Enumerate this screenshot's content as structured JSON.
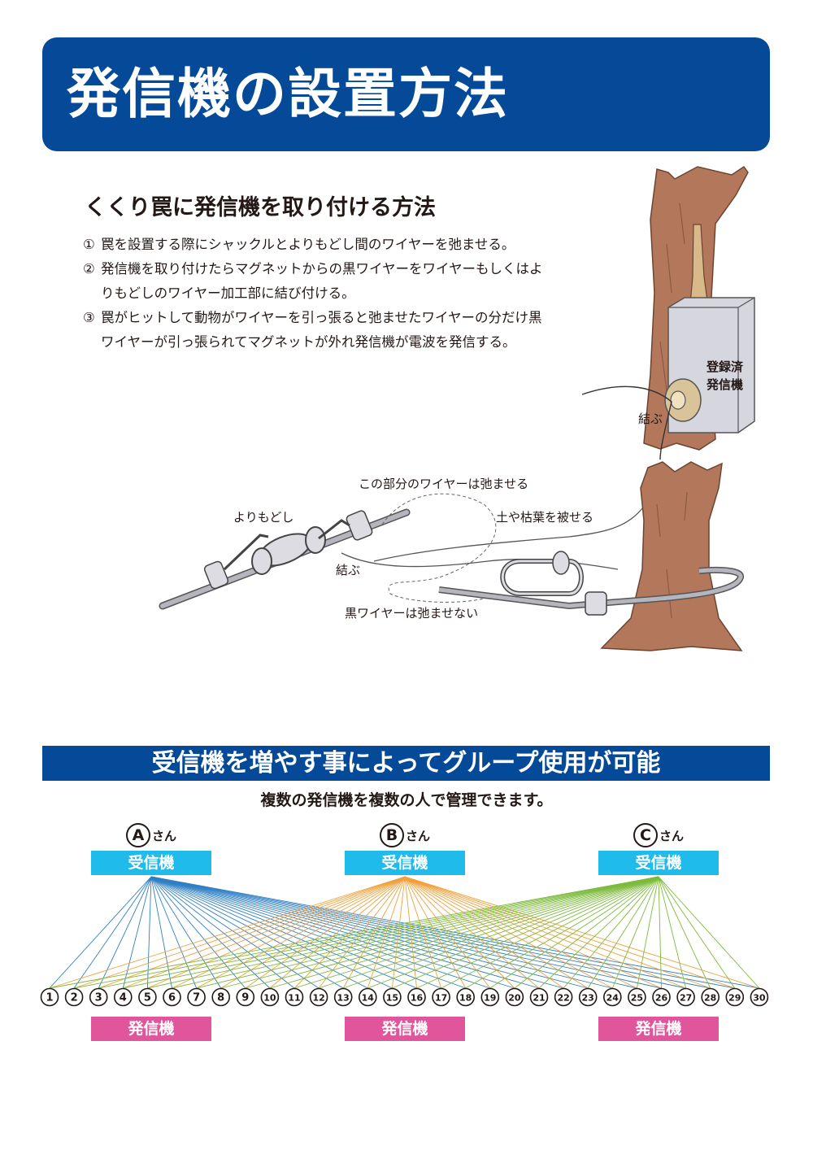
{
  "title": "発信機の設置方法",
  "section": {
    "heading": "くくり罠に発信機を取り付ける方法",
    "steps": [
      {
        "num": "①",
        "text": "罠を設置する際にシャックルとよりもどし間のワイヤーを弛ませる。"
      },
      {
        "num": "②",
        "text": "発信機を取り付けたらマグネットからの黒ワイヤーをワイヤーもしくはよりもどしのワイヤー加工部に結び付ける。"
      },
      {
        "num": "③",
        "text": "罠がヒットして動物がワイヤーを引っ張ると弛ませたワイヤーの分だけ黒ワイヤーが引っ張られてマグネットが外れ発信機が電波を発信する。"
      }
    ]
  },
  "illustration": {
    "device_label_line1": "登録済",
    "device_label_line2": "発信機",
    "knot_label_top": "結ぶ",
    "slack_label": "この部分のワイヤーは弛ませる",
    "swivel_label": "よりもどし",
    "cover_label": "土や枯葉を被せる",
    "knot_label_bottom": "結ぶ",
    "black_wire_label": "黒ワイヤーは弛ませない"
  },
  "group": {
    "banner": "受信機を増やす事によってグループ使用が可能",
    "subtitle": "複数の発信機を複数の人で管理できます。",
    "persons": [
      {
        "letter": "A",
        "suffix": "さん",
        "receiver": "受信機",
        "color": "#2f7fc4"
      },
      {
        "letter": "B",
        "suffix": "さん",
        "receiver": "受信機",
        "color": "#f0a03a"
      },
      {
        "letter": "C",
        "suffix": "さん",
        "receiver": "受信機",
        "color": "#7dba3c"
      }
    ],
    "transmitter_label": "発信機",
    "transmitter_numbers": [
      "1",
      "2",
      "3",
      "4",
      "5",
      "6",
      "7",
      "8",
      "9",
      "10",
      "11",
      "12",
      "13",
      "14",
      "15",
      "16",
      "17",
      "18",
      "19",
      "20",
      "21",
      "22",
      "23",
      "24",
      "25",
      "26",
      "27",
      "28",
      "29",
      "30"
    ]
  },
  "colors": {
    "banner": "#054a99",
    "receiver": "#1ebbeb",
    "transmitter": "#e0559b",
    "tree": "#b3785c"
  }
}
